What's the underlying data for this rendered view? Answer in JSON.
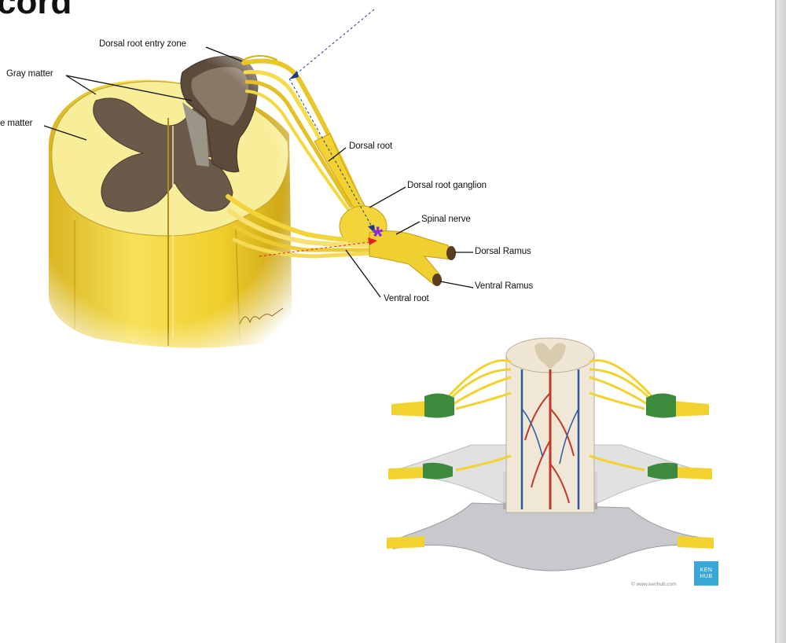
{
  "heading": "cord",
  "labels": {
    "entry_zone": "Dorsal root entry zone",
    "gray_matter": "Gray matter",
    "white_matter": "e matter",
    "dorsal_root": "Dorsal root",
    "ganglion": "Dorsal root ganglion",
    "spinal_nerve": "Spinal nerve",
    "dorsal_ramus": "Dorsal Ramus",
    "ventral_ramus": "Ventral Ramus",
    "ventral_root": "Ventral root"
  },
  "marker": "*",
  "watermark": {
    "badge": "KEN HUB",
    "credit": "© www.kenhub.com"
  },
  "colors": {
    "nerve_yellow": "#f2d22e",
    "white_matter": "#f8ee9a",
    "gray_matter": "#6b5a4a",
    "ganglion_green": "#3e8a3c",
    "marker_purple": "#8a2be2",
    "arrow_red": "#e02020",
    "arrow_blue": "#1b3a8a"
  }
}
